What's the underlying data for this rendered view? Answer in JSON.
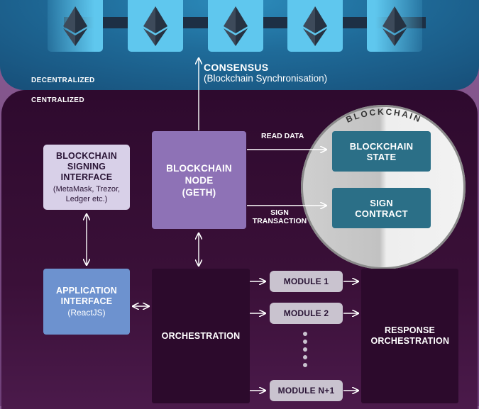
{
  "regions": {
    "decentralized": "DECENTRALIZED",
    "centralized": "CENTRALIZED"
  },
  "consensus": {
    "title": "CONSENSUS",
    "subtitle": "(Blockchain Synchronisation)"
  },
  "chain_blocks": [
    "ethereum-icon",
    "ethereum-icon",
    "ethereum-icon",
    "ethereum-icon",
    "ethereum-icon"
  ],
  "signing_interface": {
    "title": "BLOCKCHAIN SIGNING INTERFACE",
    "subtitle": "(MetaMask, Trezor, Ledger etc.)"
  },
  "node": {
    "title": "BLOCKCHAIN NODE",
    "subtitle": "(GETH)"
  },
  "app_interface": {
    "title": "APPLICATION INTERFACE",
    "subtitle": "(ReactJS)"
  },
  "orchestration": "ORCHESTRATION",
  "response_orchestration": "RESPONSE ORCHESTRATION",
  "modules": [
    "MODULE 1",
    "MODULE 2",
    "MODULE N+1"
  ],
  "blockchain": {
    "label": "BLOCKCHAIN",
    "state": "BLOCKCHAIN STATE",
    "sign_contract": "SIGN CONTRACT"
  },
  "arrows": {
    "read_data": "READ DATA",
    "sign_transaction": "SIGN TRANSACTION"
  },
  "colors": {
    "decentralized_band": "#1f6b99",
    "block": "#5fc7ee",
    "centralized_panel": "#2e0a2e",
    "node": "#8e72b6",
    "app_interface": "#6d92cf",
    "signing_interface": "#d8d0e8",
    "blockchain_box": "#2b6f87"
  }
}
